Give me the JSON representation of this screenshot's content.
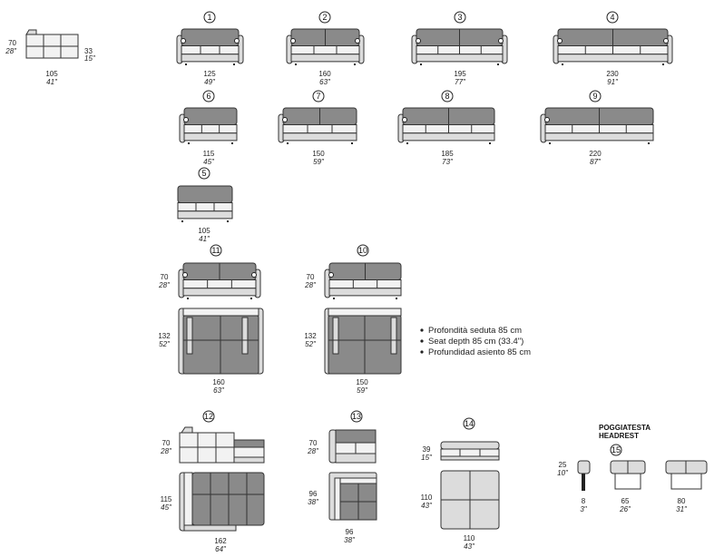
{
  "labels": {
    "a": {
      "h_cm": "70",
      "h_in": "28\"",
      "d_cm": "33",
      "d_in": "15\"",
      "w_cm": "105",
      "w_in": "41\""
    },
    "m1": {
      "num": "1",
      "cm": "125",
      "in": "49\""
    },
    "m2": {
      "num": "2",
      "cm": "160",
      "in": "63\""
    },
    "m3": {
      "num": "3",
      "cm": "195",
      "in": "77\""
    },
    "m4": {
      "num": "4",
      "cm": "230",
      "in": "91\""
    },
    "m6": {
      "num": "6",
      "cm": "115",
      "in": "45\""
    },
    "m7": {
      "num": "7",
      "cm": "150",
      "in": "59\""
    },
    "m8": {
      "num": "8",
      "cm": "185",
      "in": "73\""
    },
    "m9": {
      "num": "9",
      "cm": "220",
      "in": "87\""
    },
    "m5": {
      "num": "5",
      "cm": "105",
      "in": "41\""
    },
    "m11": {
      "num": "11",
      "h_cm": "70",
      "h_in": "28\"",
      "d_cm": "132",
      "d_in": "52\"",
      "cm": "160",
      "in": "63\""
    },
    "m10": {
      "num": "10",
      "h_cm": "70",
      "h_in": "28\"",
      "d_cm": "132",
      "d_in": "52\"",
      "cm": "150",
      "in": "59\""
    },
    "m12": {
      "num": "12",
      "h_cm": "70",
      "h_in": "28\"",
      "d_cm": "115",
      "d_in": "45\"",
      "cm": "162",
      "in": "64\""
    },
    "m13": {
      "num": "13",
      "h_cm": "70",
      "h_in": "28\"",
      "d_cm": "96",
      "d_in": "38\"",
      "cm": "96",
      "in": "38\""
    },
    "m14": {
      "num": "14",
      "h_cm": "39",
      "h_in": "15\"",
      "d_cm": "110",
      "d_in": "43\"",
      "cm": "110",
      "in": "43\""
    },
    "m15": {
      "num": "15",
      "h_cm": "25",
      "h_in": "10\"",
      "t_cm": "8",
      "t_in": "3\"",
      "a_cm": "65",
      "a_in": "26\"",
      "b_cm": "80",
      "b_in": "31\""
    }
  },
  "notes": [
    "Profondità seduta 85 cm",
    "Seat depth 85 cm (33.4\")",
    "Profundidad asiento 85 cm"
  ],
  "headrest_title": [
    "POGGIATESTA",
    "HEADREST"
  ]
}
